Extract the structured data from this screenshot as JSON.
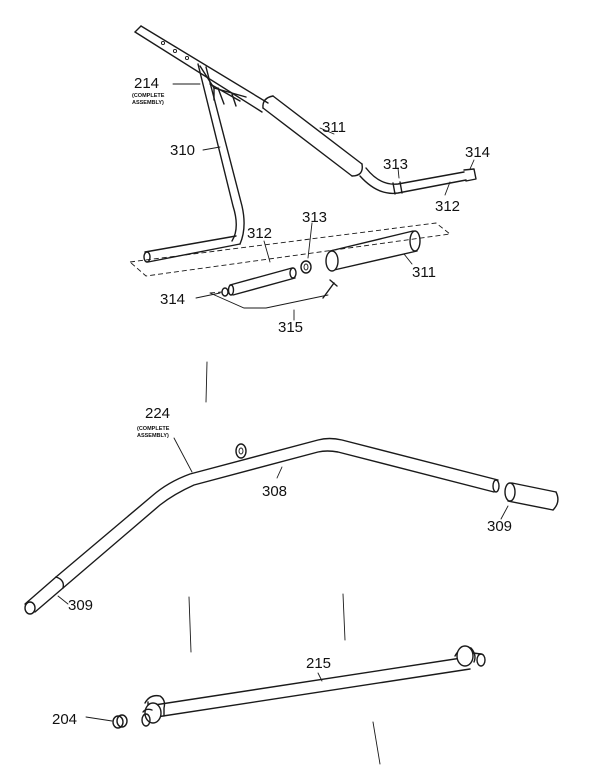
{
  "labels": {
    "l214": "214",
    "l214_sub1": "(COMPLETE",
    "l214_sub2": "ASSEMBLY)",
    "l310": "310",
    "l311_top": "311",
    "l313_top": "313",
    "l314_top": "314",
    "l312_top": "312",
    "l312_mid": "312",
    "l313_mid": "313",
    "l311_mid": "311",
    "l314_left": "314",
    "l315": "315",
    "l224": "224",
    "l224_sub1": "(COMPLETE",
    "l224_sub2": "ASSEMBLY)",
    "l308": "308",
    "l309_right": "309",
    "l309_left": "309",
    "l215": "215",
    "l204": "204"
  }
}
